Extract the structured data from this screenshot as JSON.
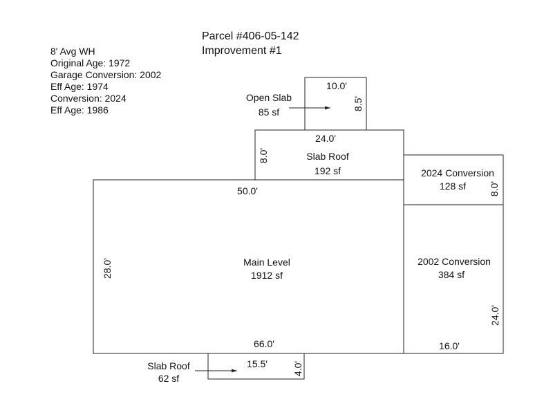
{
  "header": {
    "parcel": "Parcel #406-05-142",
    "improvement": "Improvement #1"
  },
  "info_lines": [
    "8' Avg WH",
    "Original Age: 1972",
    "Garage Conversion: 2002",
    "Eff Age: 1974",
    "Conversion: 2024",
    "Eff Age: 1986"
  ],
  "areas": {
    "main_level": {
      "name": "Main Level",
      "area": "1912 sf",
      "top_dim": "50.0'",
      "bottom_dim": "66.0'",
      "left_dim": "28.0'"
    },
    "slab_roof_top": {
      "name": "Slab Roof",
      "area": "192 sf",
      "top_dim": "24.0'",
      "left_dim": "8.0'"
    },
    "open_slab": {
      "name": "Open Slab",
      "area": "85 sf",
      "top_dim": "10.0'",
      "right_dim": "8.5'"
    },
    "conversion_2024": {
      "name": "2024 Conversion",
      "area": "128 sf",
      "right_dim": "8.0'"
    },
    "conversion_2002": {
      "name": "2002 Conversion",
      "area": "384 sf",
      "right_dim": "24.0'",
      "bottom_dim": "16.0'"
    },
    "slab_roof_bottom": {
      "name": "Slab Roof",
      "area": "62 sf",
      "top_dim": "15.5'",
      "right_dim": "4.0'"
    }
  }
}
